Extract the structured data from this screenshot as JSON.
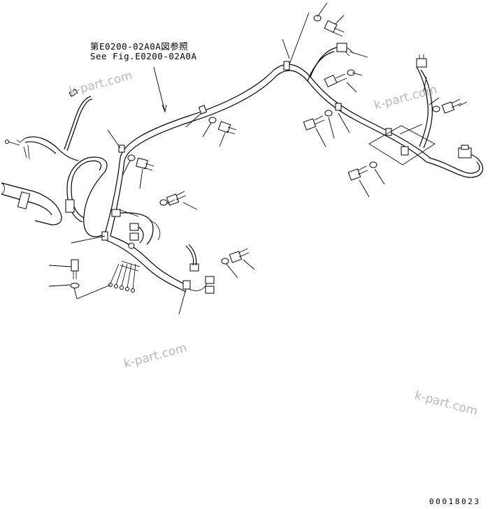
{
  "reference_note": {
    "line_jp": "第E0200-02A0A図参照",
    "line_en": "See Fig.E0200-02A0A"
  },
  "watermarks": [
    "k-part.com",
    "k-part.com",
    "k-part.com",
    "k-part.com"
  ],
  "drawing_number": "00018023"
}
